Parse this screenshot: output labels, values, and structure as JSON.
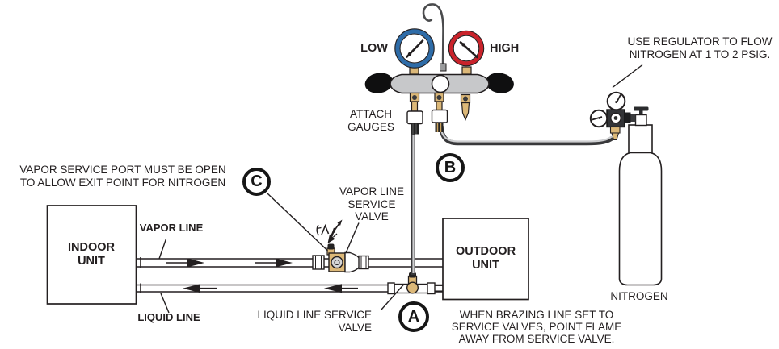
{
  "diagram": {
    "title_hint": "Nitrogen purge / brazing line set diagram",
    "labels": {
      "low": "LOW",
      "high": "HIGH",
      "indoor_unit": "INDOOR\nUNIT",
      "outdoor_unit": "OUTDOOR\nUNIT",
      "vapor_line": "VAPOR LINE",
      "liquid_line": "LIQUID LINE",
      "nitrogen": "NITROGEN"
    },
    "annotations": {
      "regulator_note": "USE REGULATOR TO FLOW\nNITROGEN AT 1 TO 2 PSIG.",
      "vapor_port_note": "VAPOR SERVICE PORT MUST BE OPEN\nTO ALLOW EXIT POINT FOR NITROGEN",
      "attach_gauges": "ATTACH\nGAUGES",
      "vapor_line_service_valve": "VAPOR LINE\nSERVICE\nVALVE",
      "liquid_line_service_valve": "LIQUID LINE SERVICE\nVALVE",
      "brazing_note": "WHEN BRAZING LINE SET TO\nSERVICE VALVES, POINT FLAME\nAWAY FROM SERVICE VALVE."
    },
    "callouts": {
      "a": "A",
      "b": "B",
      "c": "C"
    },
    "colors": {
      "line": "#231f20",
      "low_gauge_ring": "#2e6ca8",
      "high_gauge_ring": "#c9232b",
      "brass": "#dcb878",
      "manifold_body": "#c7c8ca",
      "hose_dark": "#39393b",
      "hose_core": "#cdced0",
      "handle_black": "#0f0f10"
    }
  }
}
